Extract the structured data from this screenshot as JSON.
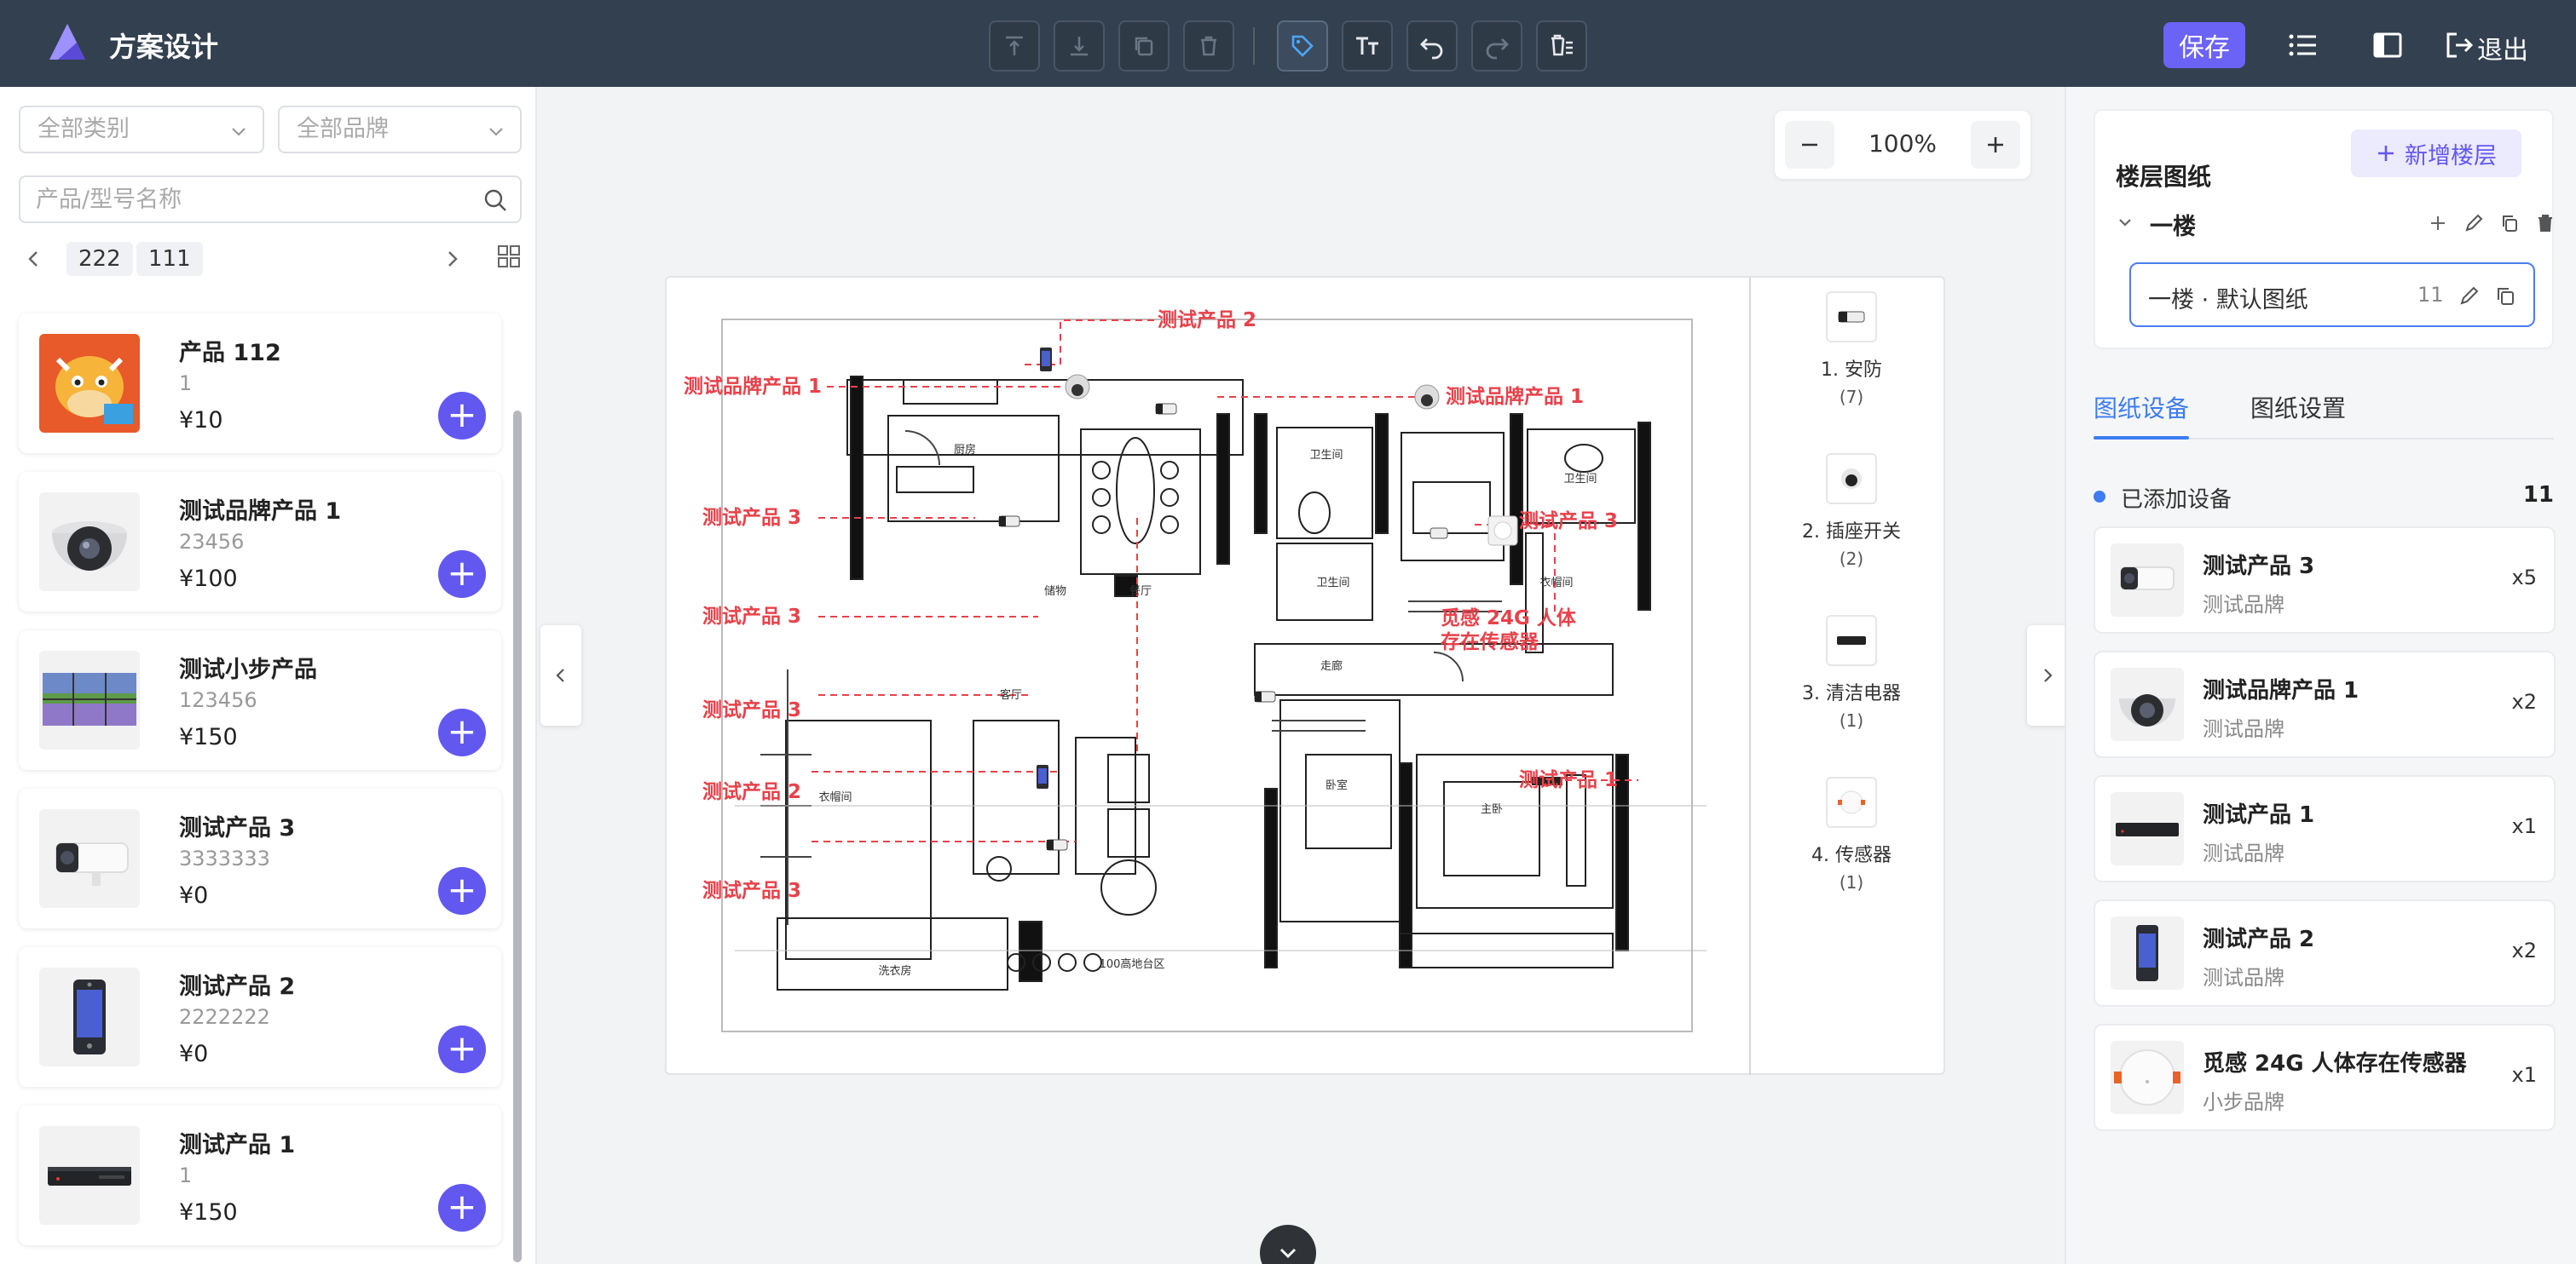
{
  "header": {
    "title": "方案设计",
    "save_label": "保存",
    "exit_label": "退出"
  },
  "left_panel": {
    "category_select": "全部类别",
    "brand_select": "全部品牌",
    "search_placeholder": "产品/型号名称",
    "pager_tags": [
      "222",
      "111"
    ],
    "products": [
      {
        "name": "产品 112",
        "code": "1",
        "price": "¥10",
        "thumb": "cartoon-cow-icon"
      },
      {
        "name": "测试品牌产品 1",
        "code": "23456",
        "price": "¥100",
        "thumb": "dome-camera-icon"
      },
      {
        "name": "测试小步产品",
        "code": "123456",
        "price": "¥150",
        "thumb": "video-wall-icon"
      },
      {
        "name": "测试产品 3",
        "code": "3333333",
        "price": "¥0",
        "thumb": "bullet-camera-icon"
      },
      {
        "name": "测试产品 2",
        "code": "2222222",
        "price": "¥0",
        "thumb": "video-doorbell-icon"
      },
      {
        "name": "测试产品 1",
        "code": "1",
        "price": "¥150",
        "thumb": "nvr-recorder-icon"
      }
    ]
  },
  "canvas": {
    "zoom_level": "100%",
    "callouts": [
      "测试产品 2",
      "测试品牌产品 1",
      "测试品牌产品 1",
      "测试产品 3",
      "测试产品 3",
      "测试产品 3",
      "觅感 24G 人体存在传感器",
      "测试产品 3",
      "测试产品 1",
      "测试产品 2",
      "测试产品 3"
    ],
    "room_labels": [
      "厨房",
      "餐厅",
      "卫生间",
      "卫生间",
      "卫生间",
      "衣帽间",
      "储物",
      "客厅",
      "走廊",
      "衣帽间",
      "卧室",
      "主卧",
      "洗衣房",
      "100高地台区"
    ],
    "legend": [
      {
        "name": "1. 安防",
        "count": "(7)"
      },
      {
        "name": "2. 插座开关",
        "count": "(2)"
      },
      {
        "name": "3. 清洁电器",
        "count": "(1)"
      },
      {
        "name": "4. 传感器",
        "count": "(1)"
      }
    ]
  },
  "right_panel": {
    "floor_title": "楼层图纸",
    "add_floor_label": "新增楼层",
    "floor_name": "一楼",
    "drawing_name": "一楼 · 默认图纸",
    "drawing_count": "11",
    "tabs": [
      "图纸设备",
      "图纸设置"
    ],
    "added_label": "已添加设备",
    "added_count": "11",
    "devices": [
      {
        "name": "测试产品 3",
        "brand": "测试品牌",
        "qty": "x5",
        "thumb": "bullet-camera-icon"
      },
      {
        "name": "测试品牌产品 1",
        "brand": "测试品牌",
        "qty": "x2",
        "thumb": "dome-camera-icon"
      },
      {
        "name": "测试产品 1",
        "brand": "测试品牌",
        "qty": "x1",
        "thumb": "nvr-recorder-icon"
      },
      {
        "name": "测试产品 2",
        "brand": "测试品牌",
        "qty": "x2",
        "thumb": "video-doorbell-icon"
      },
      {
        "name": "觅感 24G 人体存在传感器",
        "brand": "小步品牌",
        "qty": "x1",
        "thumb": "presence-sensor-icon"
      }
    ]
  },
  "colors": {
    "header_bg": "#33404f",
    "accent": "#6258f0",
    "callout_red": "#e8414a",
    "tab_blue": "#3d7cf2"
  }
}
